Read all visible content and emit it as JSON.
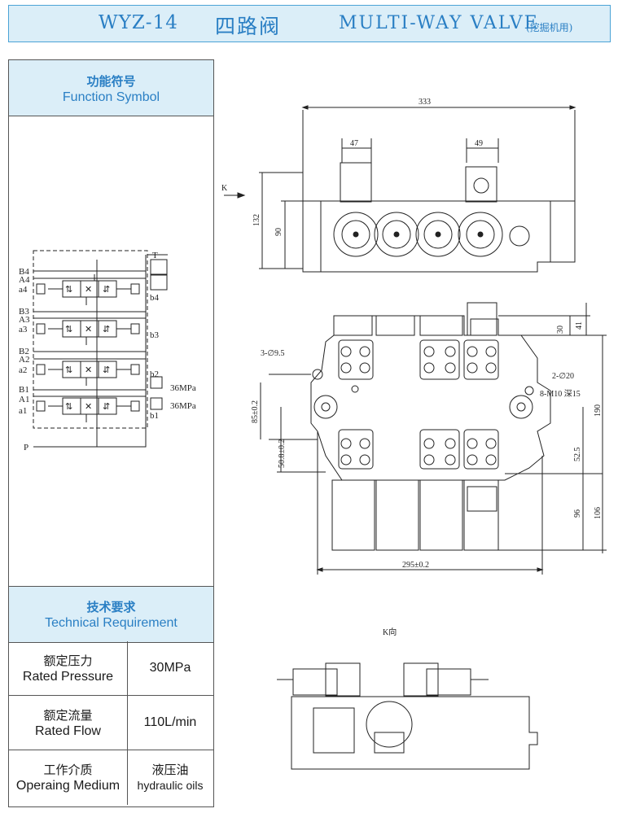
{
  "header": {
    "model": "WYZ-14",
    "name_cn": "四路阀",
    "name_en": "MULTI-WAY VALVE",
    "note": "(挖掘机用)"
  },
  "function_symbol": {
    "title_cn": "功能符号",
    "title_en": "Function Symbol",
    "ports": {
      "T": "T",
      "P": "P",
      "B4": "B4",
      "A4": "A4",
      "a4": "a4",
      "b4": "b4",
      "B3": "B3",
      "A3": "A3",
      "a3": "a3",
      "b3": "b3",
      "B2": "B2",
      "A2": "A2",
      "a2": "a2",
      "b2": "b2",
      "B1": "B1",
      "A1": "A1",
      "a1": "a1",
      "b1": "b1"
    },
    "relief_1": "36MPa",
    "relief_2": "36MPa"
  },
  "technical_requirement": {
    "title_cn": "技术要求",
    "title_en": "Technical Requirement",
    "rows": [
      {
        "label_cn": "额定压力",
        "label_en": "Rated Pressure",
        "value": "30MPa"
      },
      {
        "label_cn": "额定流量",
        "label_en": "Rated Flow",
        "value": "110L/min"
      },
      {
        "label_cn": "工作介质",
        "label_en": "Operaing Medium",
        "value_cn": "液压油",
        "value_en": "hydraulic oils"
      }
    ]
  },
  "drawing": {
    "dims": {
      "overall_width": "333",
      "left_solenoid": "47",
      "right_solenoid": "49",
      "height_132": "132",
      "height_90": "90",
      "view_label": "K",
      "d30": "30",
      "d41": "41",
      "hole_3": "3-∅9.5",
      "hole_2": "2-∅20",
      "thread": "8-M10 深15",
      "d85": "85±0.2",
      "d50": "50.8±0.2",
      "d190": "190",
      "d52": "52.5",
      "d96": "96",
      "d106": "106",
      "d295": "295±0.2",
      "k_view": "K向"
    }
  },
  "colors": {
    "accent": "#2a7fc4",
    "header_bg": "#dbeef8",
    "border": "#4ba3d6"
  }
}
